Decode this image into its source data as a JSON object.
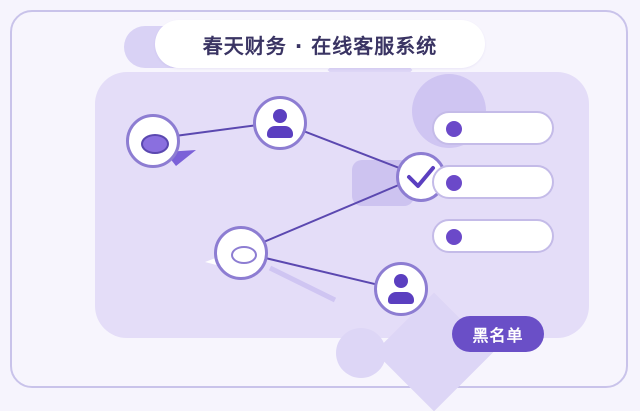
{
  "header": {
    "title": "春天财务 · 在线客服系统"
  },
  "badge": {
    "label": "黑名单"
  },
  "list": {
    "rows": [
      {
        "id": "row-1"
      },
      {
        "id": "row-2"
      },
      {
        "id": "row-3"
      }
    ]
  },
  "colors": {
    "accent": "#6a4fc7",
    "panel": "#e4ddf8",
    "line": "#5b48b0",
    "border": "#c9c3ea"
  },
  "icons": [
    "chat-bubble-icon",
    "user-avatar-icon",
    "checkmark-icon",
    "user-avatar-icon"
  ]
}
